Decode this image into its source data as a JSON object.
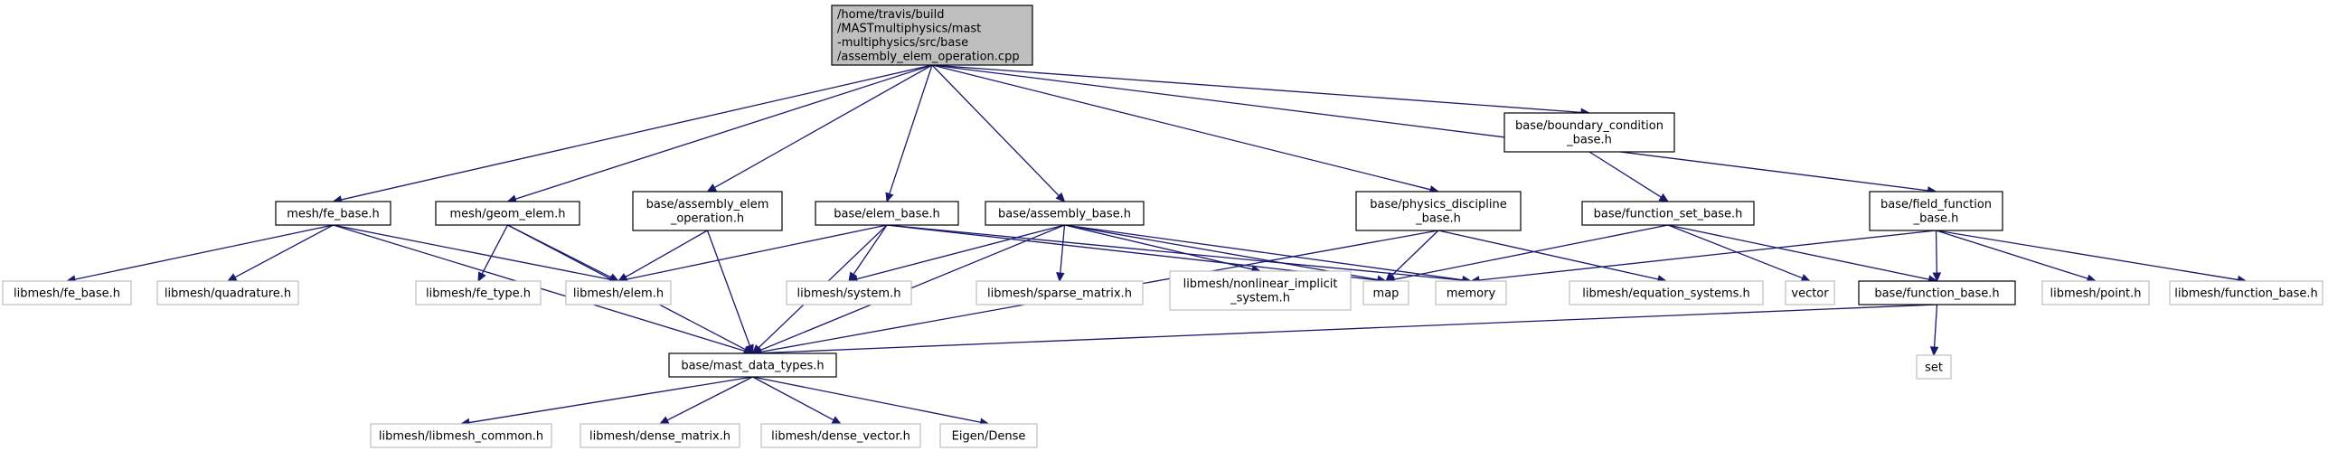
{
  "diagram": {
    "type": "include-dependency-graph",
    "colors": {
      "edge": "#191970",
      "main_fill": "#bfbfbf",
      "main_border": "#000000",
      "internal_border": "#000000",
      "external_border": "#bfbfbf",
      "text": "#000000"
    },
    "nodes": [
      {
        "id": "main",
        "kind": "main",
        "lines": [
          "/home/travis/build",
          "/MASTmultiphysics/mast",
          "-multiphysics/src/base",
          "/assembly_elem_operation.cpp"
        ]
      },
      {
        "id": "fe_base",
        "kind": "internal",
        "lines": [
          "mesh/fe_base.h"
        ]
      },
      {
        "id": "geom_elem",
        "kind": "internal",
        "lines": [
          "mesh/geom_elem.h"
        ]
      },
      {
        "id": "assembly_elem_operation_h",
        "kind": "internal",
        "lines": [
          "base/assembly_elem",
          "_operation.h"
        ]
      },
      {
        "id": "elem_base",
        "kind": "internal",
        "lines": [
          "base/elem_base.h"
        ]
      },
      {
        "id": "assembly_base",
        "kind": "internal",
        "lines": [
          "base/assembly_base.h"
        ]
      },
      {
        "id": "physics_discipline",
        "kind": "internal",
        "lines": [
          "base/physics_discipline",
          "_base.h"
        ]
      },
      {
        "id": "boundary_condition",
        "kind": "internal",
        "lines": [
          "base/boundary_condition",
          "_base.h"
        ]
      },
      {
        "id": "function_set_base",
        "kind": "internal",
        "lines": [
          "base/function_set_base.h"
        ]
      },
      {
        "id": "field_function",
        "kind": "internal",
        "lines": [
          "base/field_function",
          "_base.h"
        ]
      },
      {
        "id": "function_base_h",
        "kind": "internal",
        "lines": [
          "base/function_base.h"
        ]
      },
      {
        "id": "mast_data_types",
        "kind": "internal",
        "lines": [
          "base/mast_data_types.h"
        ]
      },
      {
        "id": "lm_fe_base",
        "kind": "external",
        "lines": [
          "libmesh/fe_base.h"
        ]
      },
      {
        "id": "lm_quadrature",
        "kind": "external",
        "lines": [
          "libmesh/quadrature.h"
        ]
      },
      {
        "id": "lm_fe_type",
        "kind": "external",
        "lines": [
          "libmesh/fe_type.h"
        ]
      },
      {
        "id": "lm_elem",
        "kind": "external",
        "lines": [
          "libmesh/elem.h"
        ]
      },
      {
        "id": "lm_system",
        "kind": "external",
        "lines": [
          "libmesh/system.h"
        ]
      },
      {
        "id": "lm_sparse_matrix",
        "kind": "external",
        "lines": [
          "libmesh/sparse_matrix.h"
        ]
      },
      {
        "id": "lm_nonlinear",
        "kind": "external",
        "lines": [
          "libmesh/nonlinear_implicit",
          "_system.h"
        ]
      },
      {
        "id": "map",
        "kind": "external",
        "lines": [
          "map"
        ]
      },
      {
        "id": "memory",
        "kind": "external",
        "lines": [
          "memory"
        ]
      },
      {
        "id": "lm_equation_systems",
        "kind": "external",
        "lines": [
          "libmesh/equation_systems.h"
        ]
      },
      {
        "id": "vector",
        "kind": "external",
        "lines": [
          "vector"
        ]
      },
      {
        "id": "lm_point",
        "kind": "external",
        "lines": [
          "libmesh/point.h"
        ]
      },
      {
        "id": "lm_function_base",
        "kind": "external",
        "lines": [
          "libmesh/function_base.h"
        ]
      },
      {
        "id": "set",
        "kind": "external",
        "lines": [
          "set"
        ]
      },
      {
        "id": "lm_libmesh_common",
        "kind": "external",
        "lines": [
          "libmesh/libmesh_common.h"
        ]
      },
      {
        "id": "lm_dense_matrix",
        "kind": "external",
        "lines": [
          "libmesh/dense_matrix.h"
        ]
      },
      {
        "id": "lm_dense_vector",
        "kind": "external",
        "lines": [
          "libmesh/dense_vector.h"
        ]
      },
      {
        "id": "eigen_dense",
        "kind": "external",
        "lines": [
          "Eigen/Dense"
        ]
      }
    ],
    "edges": [
      [
        "main",
        "fe_base"
      ],
      [
        "main",
        "geom_elem"
      ],
      [
        "main",
        "assembly_elem_operation_h"
      ],
      [
        "main",
        "elem_base"
      ],
      [
        "main",
        "assembly_base"
      ],
      [
        "main",
        "physics_discipline"
      ],
      [
        "main",
        "boundary_condition"
      ],
      [
        "main",
        "field_function"
      ],
      [
        "fe_base",
        "lm_fe_base"
      ],
      [
        "fe_base",
        "lm_quadrature"
      ],
      [
        "fe_base",
        "lm_elem"
      ],
      [
        "fe_base",
        "mast_data_types"
      ],
      [
        "geom_elem",
        "lm_fe_type"
      ],
      [
        "geom_elem",
        "lm_elem"
      ],
      [
        "geom_elem",
        "mast_data_types"
      ],
      [
        "assembly_elem_operation_h",
        "lm_elem"
      ],
      [
        "assembly_elem_operation_h",
        "mast_data_types"
      ],
      [
        "elem_base",
        "lm_elem"
      ],
      [
        "elem_base",
        "lm_system"
      ],
      [
        "elem_base",
        "mast_data_types"
      ],
      [
        "elem_base",
        "map"
      ],
      [
        "elem_base",
        "memory"
      ],
      [
        "assembly_base",
        "lm_system"
      ],
      [
        "assembly_base",
        "lm_sparse_matrix"
      ],
      [
        "assembly_base",
        "lm_nonlinear"
      ],
      [
        "assembly_base",
        "map"
      ],
      [
        "assembly_base",
        "memory"
      ],
      [
        "assembly_base",
        "mast_data_types"
      ],
      [
        "physics_discipline",
        "map"
      ],
      [
        "physics_discipline",
        "lm_equation_systems"
      ],
      [
        "physics_discipline",
        "mast_data_types"
      ],
      [
        "boundary_condition",
        "function_set_base"
      ],
      [
        "function_set_base",
        "map"
      ],
      [
        "function_set_base",
        "vector"
      ],
      [
        "function_set_base",
        "function_base_h"
      ],
      [
        "field_function",
        "memory"
      ],
      [
        "field_function",
        "function_base_h"
      ],
      [
        "field_function",
        "lm_point"
      ],
      [
        "field_function",
        "lm_function_base"
      ],
      [
        "function_base_h",
        "set"
      ],
      [
        "function_base_h",
        "mast_data_types"
      ],
      [
        "mast_data_types",
        "lm_libmesh_common"
      ],
      [
        "mast_data_types",
        "lm_dense_matrix"
      ],
      [
        "mast_data_types",
        "lm_dense_vector"
      ],
      [
        "mast_data_types",
        "eigen_dense"
      ]
    ]
  }
}
